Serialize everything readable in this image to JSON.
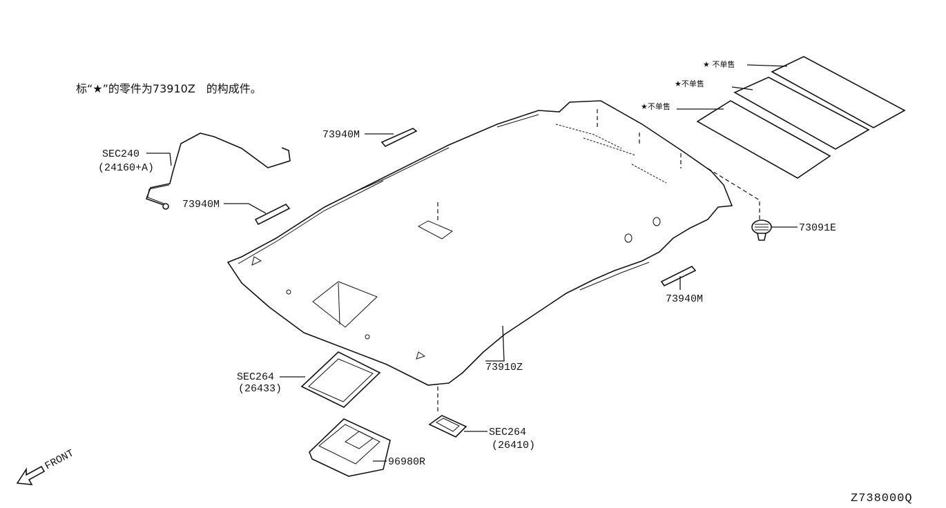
{
  "note": "标“★”的零件为73910Z　的构成件。",
  "footer_code": "Z738000Q",
  "front_label": "FRONT",
  "star_labels": [
    "★ 不单售",
    "★不单售",
    "★不单售"
  ],
  "parts": {
    "sec240": {
      "line1": "SEC240",
      "line2": "(24160+A)"
    },
    "rail_upper": "73940M",
    "rail_left": "73940M",
    "rail_right": "73940M",
    "clip": "73091E",
    "headlining": "73910Z",
    "lamp_frame": {
      "line1": "SEC264",
      "line2": "(26433)"
    },
    "map_lamp": "96980R",
    "room_lamp": {
      "line1": "SEC264",
      "line2": "(26410)"
    }
  }
}
